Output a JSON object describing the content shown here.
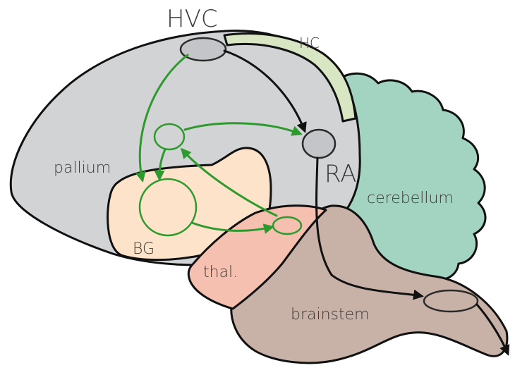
{
  "labels": {
    "hvc": "HVC",
    "hc": "HC",
    "ra": "RA",
    "pallium": "pallium",
    "cerebellum": "cerebellum",
    "bg": "BG",
    "thalamus": "thal.",
    "brainstem": "brainstem"
  },
  "colors": {
    "pallium": "#d2d3d5",
    "hippocampus": "#d9e6c3",
    "cerebellum": "#a3d4c2",
    "basal_ganglia": "#fde3c9",
    "thalamus": "#f6c0b1",
    "brainstem": "#c8b2a7",
    "anterior_forebrain_pathway": "#2e9a2e",
    "motor_pathway": "#111111",
    "outline": "#111111"
  }
}
